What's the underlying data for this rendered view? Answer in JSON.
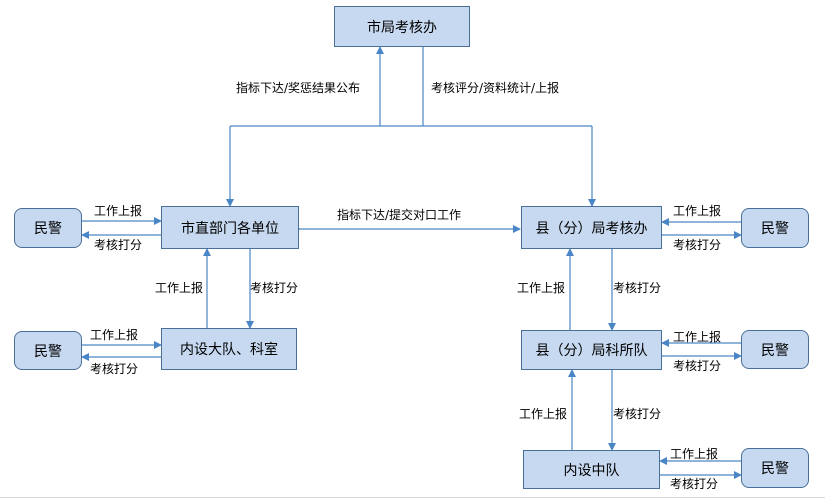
{
  "nodes": {
    "city_office": "市局考核办",
    "city_dept": "市直部门各单位",
    "county_office": "县（分）局考核办",
    "inner_brigade": "内设大队、科室",
    "county_team": "县（分）局科所队",
    "inner_squad": "内设中队",
    "police_label": "民警"
  },
  "edge_labels": {
    "down_publish": "指标下达/奖惩结果公布",
    "up_report": "考核评分/资料统计/上报",
    "middle": "指标下达/提交对口工作",
    "work_report": "工作上报",
    "score": "考核打分"
  },
  "colors": {
    "box_fill": "#c6d9f0",
    "box_border": "#4a6f99",
    "arrow": "#4a86c5"
  }
}
